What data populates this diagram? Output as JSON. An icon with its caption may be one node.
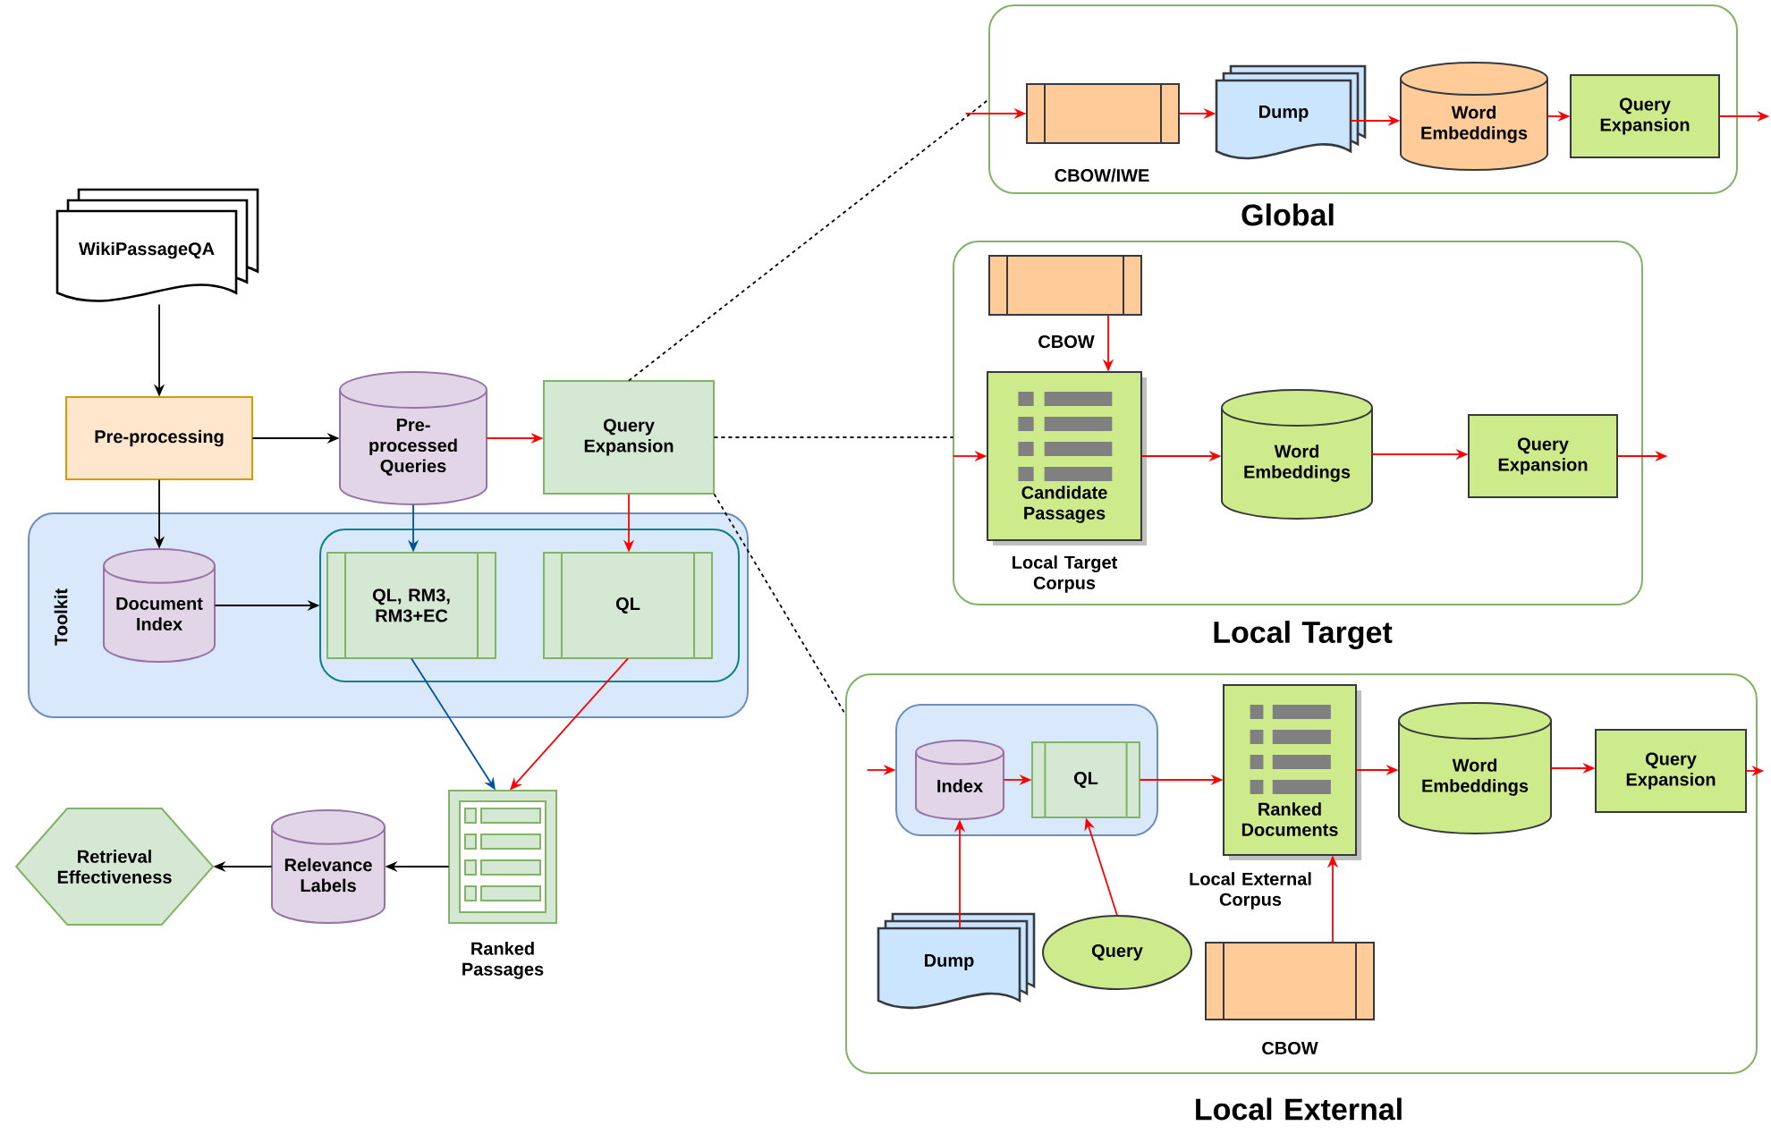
{
  "diagram": {
    "nodes": [
      {
        "text": [
          "WikiPassageQA"
        ]
      },
      {
        "text": [
          "Pre-processing"
        ]
      },
      {
        "text": [
          "Pre-processed Queries"
        ]
      },
      {
        "text": [
          "Query Expansion"
        ]
      },
      {
        "text": [
          "Toolkit"
        ]
      },
      {
        "text": [],
        "shape": "box",
        "in": 4
      },
      {
        "text": [
          "Document Index"
        ],
        "in": 4
      },
      {
        "text": [
          "QL, RM3, RM3+EC"
        ],
        "in": 5
      },
      {
        "text": [
          "QL"
        ],
        "in": 5
      },
      {
        "text": [
          "Ranked Passages"
        ]
      },
      {
        "text": [
          "Relevance Labels"
        ]
      },
      {
        "text": [
          "Retrieval Effectiveness"
        ]
      },
      {
        "text": [
          "Global"
        ]
      },
      {
        "text": [
          "CBOW/IWE"
        ],
        "in": 12
      },
      {
        "text": [
          "Dump"
        ],
        "in": 12
      },
      {
        "text": [
          "Word Embeddings"
        ],
        "in": 12
      },
      {
        "text": [
          "Query Expansion"
        ],
        "in": 12
      },
      {
        "text": [
          "Local Target"
        ]
      },
      {
        "text": [
          "CBOW"
        ],
        "in": 17
      },
      {
        "text": [
          "Candidate Passages"
        ],
        "beside": [
          "Local Target Corpus"
        ],
        "in": 17
      },
      {
        "text": [
          "Word Embeddings"
        ],
        "in": 17
      },
      {
        "text": [
          "Query Expansion"
        ],
        "in": 17
      },
      {
        "text": [
          "Local External"
        ]
      },
      {
        "text": [],
        "shape": "box",
        "in": 22
      },
      {
        "text": [
          "Index"
        ],
        "in": 23
      },
      {
        "text": [
          "QL"
        ],
        "in": 23
      },
      {
        "text": [
          "Ranked Documents"
        ],
        "beside": [
          "Local External Corpus"
        ],
        "in": 22
      },
      {
        "text": [
          "Word Embeddings"
        ],
        "in": 22
      },
      {
        "text": [
          "Query Expansion"
        ],
        "in": 22
      },
      {
        "text": [
          "Dump"
        ],
        "in": 22
      },
      {
        "text": [
          "Query"
        ],
        "in": 22
      },
      {
        "text": [
          "CBOW"
        ],
        "in": 22
      }
    ],
    "edges": [
      {
        "from": 0,
        "to": 1,
        "arrow": "to",
        "color": "#000000"
      },
      {
        "from": 1,
        "to": 2,
        "arrow": "to",
        "color": "#000000"
      },
      {
        "from": 1,
        "to": 6,
        "arrow": "to",
        "color": "#000000"
      },
      {
        "from": 2,
        "to": 3,
        "arrow": "to"
      },
      {
        "from": 2,
        "to": 7,
        "arrow": "to",
        "color": "#0050a0"
      },
      {
        "from": 3,
        "to": 8,
        "arrow": "to"
      },
      {
        "from": 6,
        "to": 5,
        "arrow": "to",
        "color": "#000000"
      },
      {
        "from": 7,
        "to": 9,
        "arrow": "to",
        "color": "#0050a0"
      },
      {
        "from": 8,
        "to": 9,
        "arrow": "to"
      },
      {
        "from": 9,
        "to": 10,
        "arrow": "to",
        "color": "#000000"
      },
      {
        "from": 10,
        "to": 11,
        "arrow": "to",
        "color": "#000000"
      },
      {
        "from": 3,
        "to": 12,
        "arrow": "none",
        "style": "dashed",
        "color": "#000000"
      },
      {
        "from": 3,
        "to": 17,
        "arrow": "none",
        "style": "dashed",
        "color": "#000000"
      },
      {
        "from": 3,
        "to": 22,
        "arrow": "none",
        "style": "dashed",
        "color": "#000000"
      },
      {
        "from": null,
        "to": 13,
        "arrow": "to"
      },
      {
        "from": 13,
        "to": 14,
        "arrow": "to"
      },
      {
        "from": 14,
        "to": 15,
        "arrow": "to"
      },
      {
        "from": 15,
        "to": 16,
        "arrow": "to"
      },
      {
        "from": 16,
        "to": null,
        "arrow": "to"
      },
      {
        "from": null,
        "to": 19,
        "arrow": "to"
      },
      {
        "from": 18,
        "to": 19,
        "arrow": "to"
      },
      {
        "from": 19,
        "to": 20,
        "arrow": "to"
      },
      {
        "from": 20,
        "to": 21,
        "arrow": "to"
      },
      {
        "from": 21,
        "to": null,
        "arrow": "to"
      },
      {
        "from": null,
        "to": 23,
        "arrow": "to"
      },
      {
        "from": 24,
        "to": 25,
        "arrow": "to"
      },
      {
        "from": 25,
        "to": 26,
        "arrow": "to"
      },
      {
        "from": 26,
        "to": 27,
        "arrow": "to"
      },
      {
        "from": 27,
        "to": 28,
        "arrow": "to"
      },
      {
        "from": 28,
        "to": null,
        "arrow": "to"
      },
      {
        "from": 29,
        "to": 24,
        "arrow": "to"
      },
      {
        "from": 30,
        "to": 25,
        "arrow": "to"
      },
      {
        "from": 31,
        "to": 26,
        "arrow": "to"
      }
    ]
  }
}
